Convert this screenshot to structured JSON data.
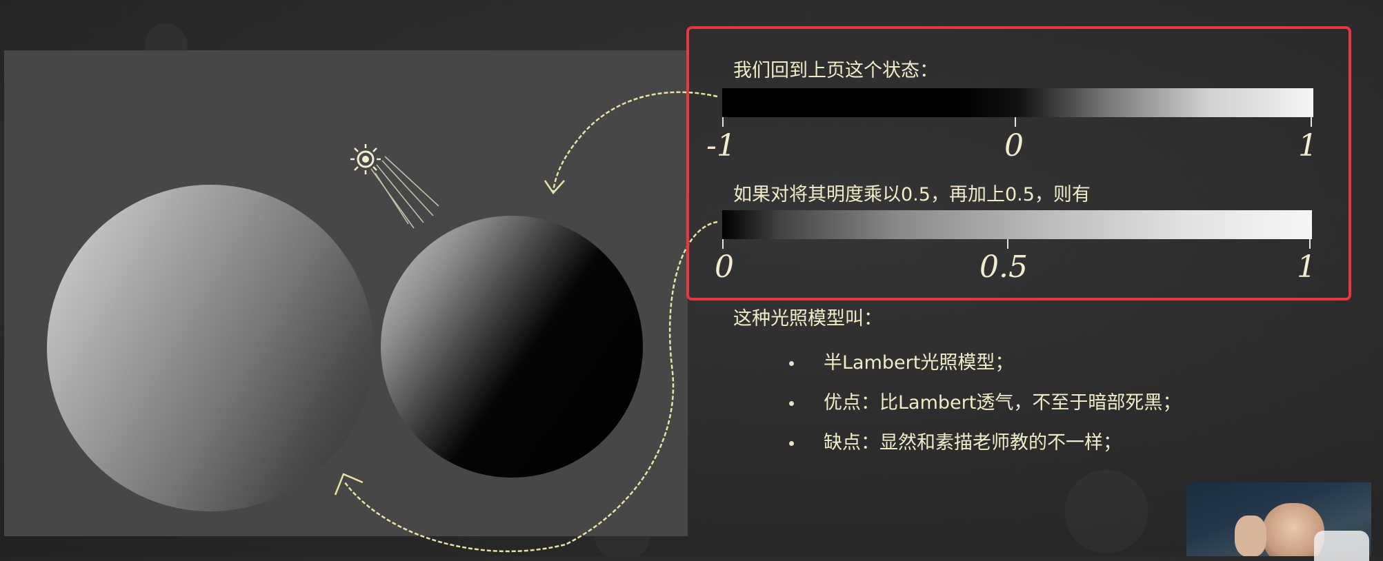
{
  "slide": {
    "text_block": {
      "line1": "我们回到上页这个状态：",
      "scale_full": {
        "left": "-1",
        "mid": "0",
        "right": "1"
      },
      "line2": "如果对将其明度乘以0.5，再加上0.5，则有",
      "scale_half": {
        "left": "0",
        "mid": "0.5",
        "right": "1"
      },
      "line3": "这种光照模型叫：",
      "bullets": [
        "半Lambert光照模型；",
        "优点：比Lambert透气，不至于暗部死黑；",
        "缺点：显然和素描老师教的不一样；"
      ]
    },
    "colors": {
      "highlight": "#e8373f",
      "chalk_text": "#f0ecc8",
      "board": "#2b2b2b"
    },
    "icons": [
      "sun-icon",
      "curved-arrow-icon",
      "webcam-video",
      "watermark-icon"
    ]
  }
}
